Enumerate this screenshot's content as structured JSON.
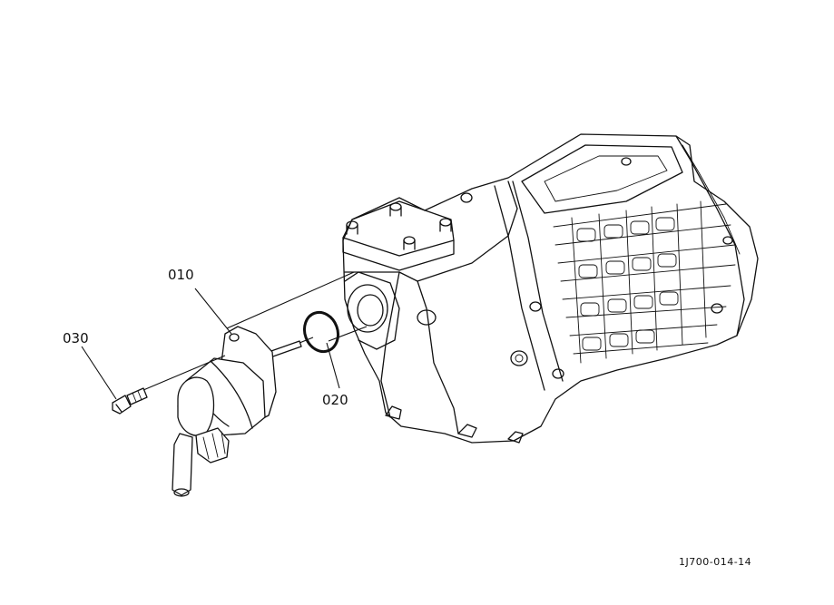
{
  "callouts": {
    "part_010": "010",
    "part_020": "020",
    "part_030": "030"
  },
  "reference_code": "1J700-014-14",
  "icons": {
    "housing": "transmission-housing-icon",
    "solenoid": "solenoid-icon",
    "oring": "o-ring-icon",
    "bolt": "bolt-icon"
  }
}
